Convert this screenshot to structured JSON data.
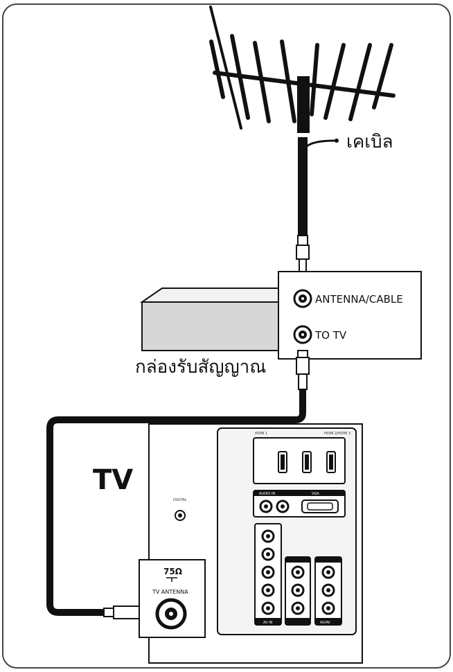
{
  "labels": {
    "cable": "เคเบิล",
    "receiver_box": "กล่องรับสัญญาณ",
    "antenna_cable_port": "ANTENNA/CABLE",
    "to_tv_port": "TO TV",
    "tv": "TV",
    "ohm": "75Ω",
    "tv_antenna": "TV ANTENNA",
    "hdmi_1": "HDMI 1",
    "hdmi_2": "HDMI 2/HDMI 3",
    "audio_in": "AUDIO IN",
    "vga": "VGA",
    "av_bottom": "AV IN",
    "av_right": "AV/AV",
    "side_port": "DIGITAL"
  },
  "colors": {
    "line": "#111111",
    "box_front": "#d7d7d7",
    "box_top": "#f2f2f2",
    "port_panel": "#f4f4f4"
  }
}
